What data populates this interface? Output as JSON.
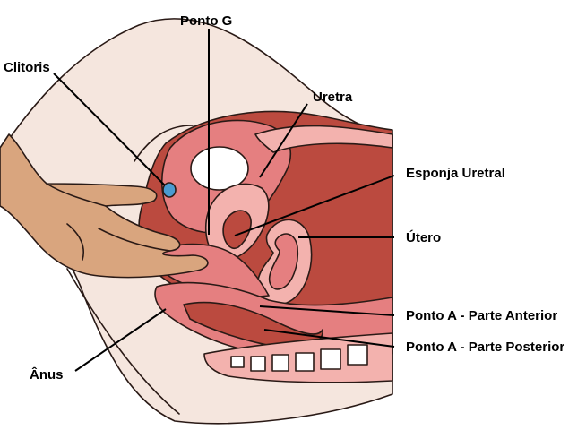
{
  "diagram": {
    "labels": {
      "ponto_g": "Ponto G",
      "clitoris": "Clitoris",
      "uretra": "Uretra",
      "esponja_uretral": "Esponja Uretral",
      "utero": "Útero",
      "ponto_a_anterior": "Ponto A - Parte Anterior",
      "ponto_a_posterior": "Ponto A - Parte Posterior",
      "anus": "Ânus"
    },
    "colors": {
      "body_skin": "#f5e6de",
      "body_outline": "#2a1a16",
      "deep_red": "#bb4a3f",
      "mid_pink": "#e57f80",
      "light_pink": "#f3b2ae",
      "hand_skin": "#d9a57e",
      "clitoris_blue": "#4a9bd0",
      "bone": "#ffffff"
    }
  }
}
